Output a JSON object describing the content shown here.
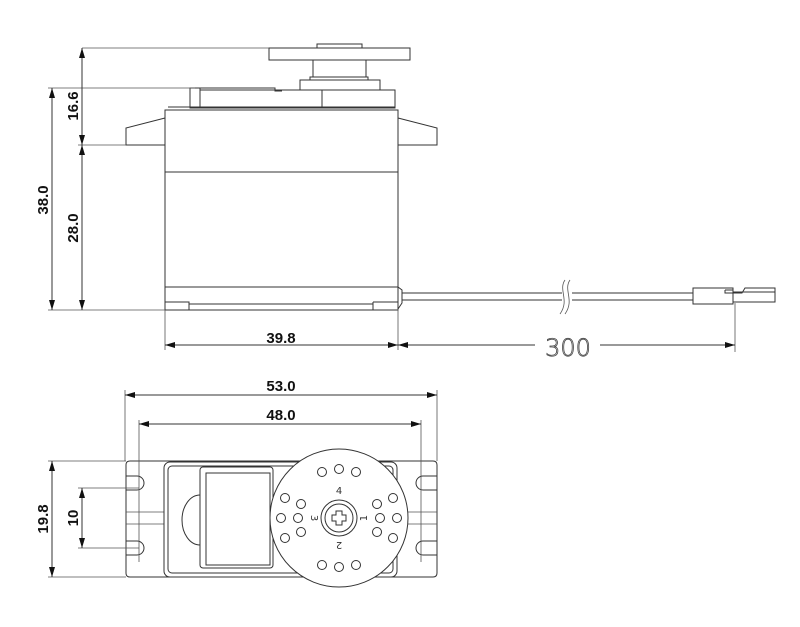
{
  "side_view": {
    "dims": {
      "overall_height": "38.0",
      "horn_height": "16.6",
      "body_height": "28.0",
      "body_width": "39.8",
      "cable_length": "300"
    }
  },
  "top_view": {
    "dims": {
      "tab_span": "53.0",
      "hole_spacing": "48.0",
      "depth": "19.8",
      "hole_pitch": "10"
    },
    "horn_labels": [
      "1",
      "2",
      "3",
      "4"
    ]
  }
}
